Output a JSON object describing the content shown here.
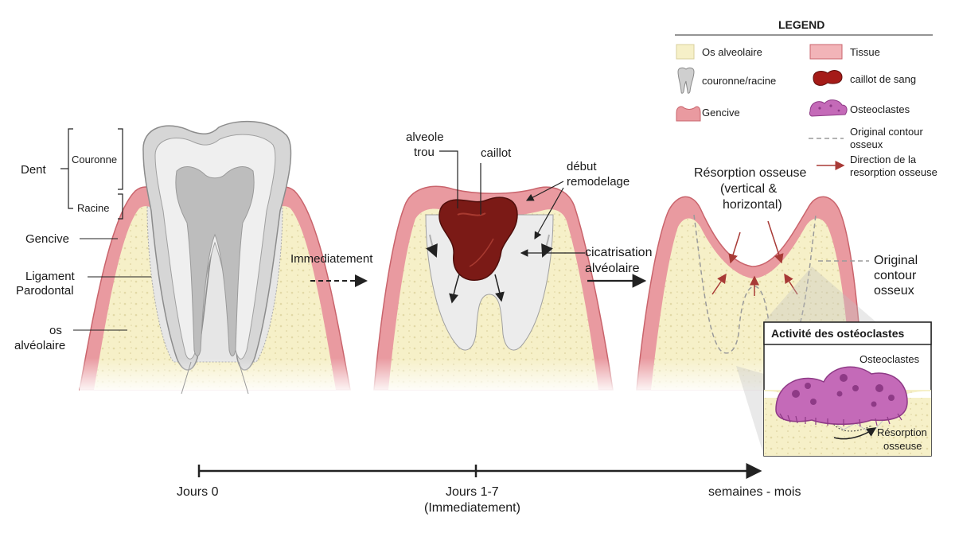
{
  "colors": {
    "bone": "#f6f0c8",
    "bone_dot": "#e2d9a6",
    "gum": "#e99aa0",
    "gum_light": "#f6c6c8",
    "gum_stroke": "#c9646c",
    "tooth_outer": "#d9d9d9",
    "tooth_mid": "#eeeeee",
    "tooth_pulp": "#bdbdbd",
    "clot": "#7b1a16",
    "clot_light": "#a83a30",
    "osteoclast": "#c46ab8",
    "osteoclast_dark": "#8e3a86",
    "arrow_red": "#a83a36"
  },
  "stage1": {
    "dent": "Dent",
    "couronne": "Couronne",
    "racine": "Racine",
    "gencive": "Gencive",
    "ligament_l1": "Ligament",
    "ligament_l2": "Parodontal",
    "os_l1": "os",
    "os_l2": "alvéolaire"
  },
  "arrow1": {
    "label": "Immediatement"
  },
  "stage2": {
    "alveole_l1": "alveole",
    "alveole_l2": "trou",
    "caillot": "caillot",
    "debut_l1": "début",
    "debut_l2": "remodelage"
  },
  "arrow2": {
    "label_l1": "cicatrisation",
    "label_l2": "alvéolaire"
  },
  "stage3": {
    "resorption_l1": "Résorption osseuse",
    "resorption_l2": "(vertical &",
    "resorption_l3": "horizontal)",
    "contour_l1": "Original",
    "contour_l2": "contour",
    "contour_l3": "osseux"
  },
  "inset": {
    "title": "Activité des ostéoclastes",
    "osteoclastes": "Osteoclastes",
    "resorption_l1": "Résorption",
    "resorption_l2": "osseuse"
  },
  "legend": {
    "title": "LEGEND",
    "os_alveolaire": "Os alveolaire",
    "couronne_racine": "couronne/racine",
    "gencive": "Gencive",
    "tissue": "Tissue",
    "caillot": "caillot de sang",
    "osteoclastes": "Osteoclastes",
    "contour_l1": "Original contour",
    "contour_l2": "osseux",
    "direction_l1": "Direction de la",
    "direction_l2": "resorption osseuse"
  },
  "timeline": {
    "t0": "Jours 0",
    "t1_l1": "Jours 1-7",
    "t1_l2": "(Immediatement)",
    "t2": "semaines - mois"
  }
}
